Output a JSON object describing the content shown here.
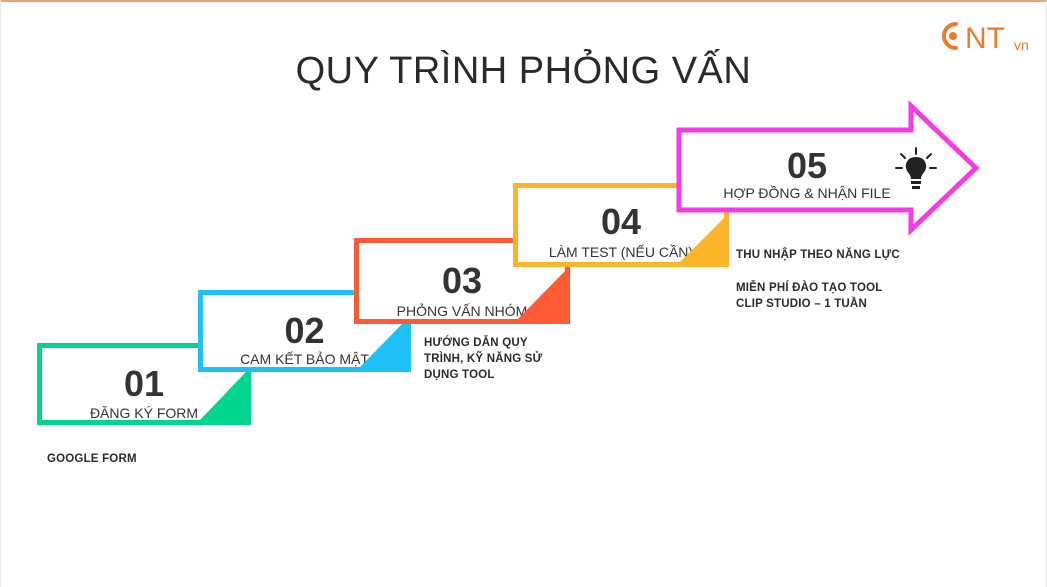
{
  "title": "QUY TRÌNH PHỎNG VẤN",
  "logo": {
    "text": "NT",
    "suffix": "vn",
    "color": "#f07a2a"
  },
  "steps": [
    {
      "number": "01",
      "label": "ĐĂNG KÝ FORM",
      "color": "#00d68f",
      "note": "GOOGLE FORM"
    },
    {
      "number": "02",
      "label": "CAM KẾT BẢO MẬT",
      "color": "#1ec0f5",
      "note": ""
    },
    {
      "number": "03",
      "label": "PHỎNG VẤN NHÓM",
      "color": "#ff5a36",
      "note": "HƯỚNG DẪN QUY TRÌNH, KỸ NĂNG SỬ DỤNG TOOL"
    },
    {
      "number": "04",
      "label": "LÀM TEST (NẾU CẦN)",
      "color": "#fbb52a",
      "note": ""
    },
    {
      "number": "05",
      "label": "HỢP ĐỒNG & NHẬN FILE",
      "color": "#f23ce6",
      "note": ""
    }
  ],
  "notes": {
    "n1": "GOOGLE FORM",
    "n3_line1": "HƯỚNG DẪN QUY",
    "n3_line2": "TRÌNH, KỸ NĂNG SỬ",
    "n3_line3": "DỤNG TOOL",
    "n5_a": "THU NHẬP THEO NĂNG LỰC",
    "n5_b1": "MIỄN PHÍ ĐÀO TẠO TOOL",
    "n5_b2": "CLIP STUDIO – 1 TUẦN"
  },
  "icons": {
    "step5": "lightbulb-icon"
  }
}
